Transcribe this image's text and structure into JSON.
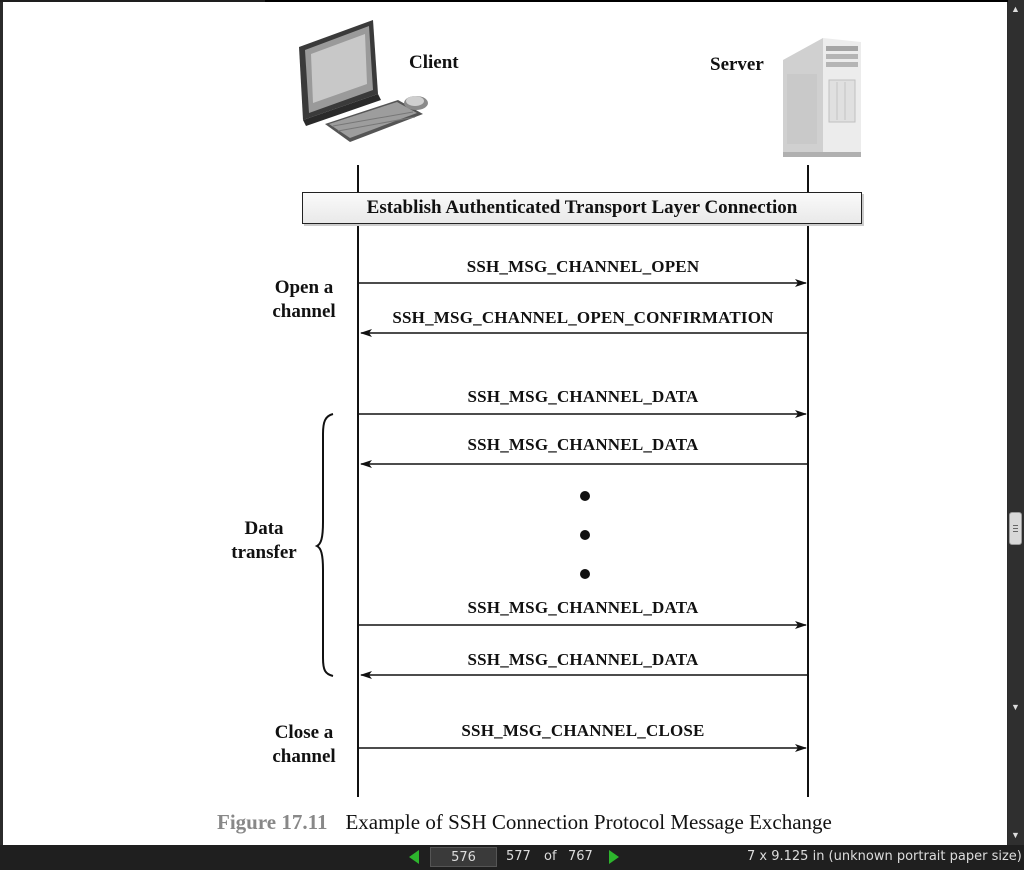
{
  "diagram": {
    "client_label": "Client",
    "server_label": "Server",
    "establish_label": "Establish Authenticated Transport Layer Connection",
    "messages": [
      {
        "label": "SSH_MSG_CHANNEL_OPEN",
        "direction": "client-to-server"
      },
      {
        "label": "SSH_MSG_CHANNEL_OPEN_CONFIRMATION",
        "direction": "server-to-client"
      },
      {
        "label": "SSH_MSG_CHANNEL_DATA",
        "direction": "client-to-server"
      },
      {
        "label": "SSH_MSG_CHANNEL_DATA",
        "direction": "server-to-client"
      },
      {
        "label": "SSH_MSG_CHANNEL_DATA",
        "direction": "client-to-server"
      },
      {
        "label": "SSH_MSG_CHANNEL_DATA",
        "direction": "server-to-client"
      },
      {
        "label": "SSH_MSG_CHANNEL_CLOSE",
        "direction": "client-to-server"
      }
    ],
    "phases": {
      "open": [
        "Open a",
        "channel"
      ],
      "data": [
        "Data",
        "transfer"
      ],
      "close": [
        "Close a",
        "channel"
      ]
    }
  },
  "caption": {
    "number": "Figure 17.11",
    "text": "Example of SSH Connection Protocol Message Exchange"
  },
  "toolbar": {
    "current_page": "576",
    "next_page": "577",
    "of_label": "of",
    "total_pages": "767",
    "paper_size": "7 x 9.125 in (unknown portrait paper size)",
    "prev_icon": "triangle-left-icon",
    "next_icon": "triangle-right-icon"
  }
}
